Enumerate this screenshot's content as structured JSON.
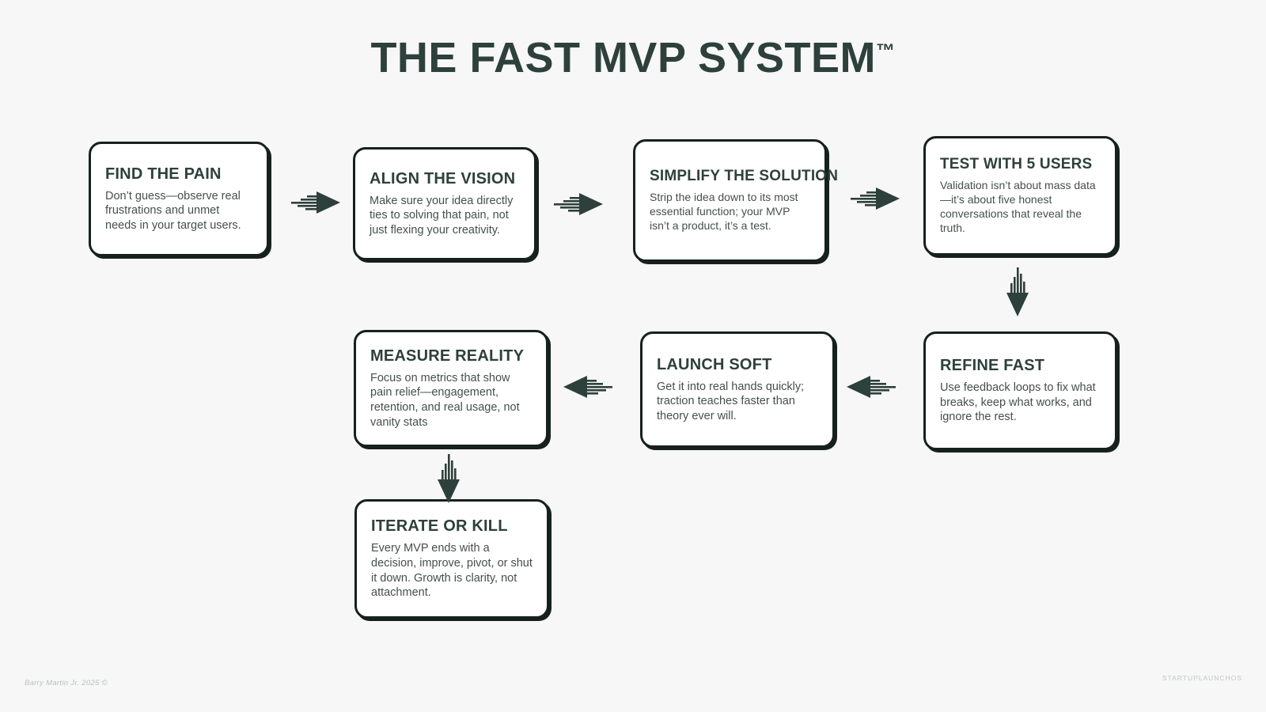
{
  "header": {
    "title": "THE FAST MVP SYSTEM",
    "trademark": "™"
  },
  "colors": {
    "background": "#f6f7f6",
    "card_background": "#ffffff",
    "border": "#16211e",
    "title_text": "#2e403b",
    "body_text": "#454f4d",
    "arrow": "#2e403b",
    "footer_text": "#b9bfbe"
  },
  "steps": [
    {
      "id": "find-the-pain",
      "title": "FIND THE PAIN",
      "description": "Don’t guess—observe real frustrations and unmet needs in your target users."
    },
    {
      "id": "align-the-vision",
      "title": "ALIGN THE VISION",
      "description": "Make sure your idea directly ties to solving that pain, not just flexing your creativity."
    },
    {
      "id": "simplify-the-solution",
      "title": "SIMPLIFY THE SOLUTION",
      "description": "Strip the idea down to its most essential function; your MVP isn’t a product, it’s a test."
    },
    {
      "id": "test-with-5-users",
      "title": "TEST WITH 5 USERS",
      "description": "Validation isn’t about mass data—it’s about five honest conversations that reveal the truth."
    },
    {
      "id": "refine-fast",
      "title": "REFINE FAST",
      "description": "Use feedback loops to fix what breaks, keep what works, and ignore the rest."
    },
    {
      "id": "launch-soft",
      "title": "LAUNCH SOFT",
      "description": "Get it into real hands quickly; traction teaches faster than theory ever will."
    },
    {
      "id": "measure-reality",
      "title": "MEASURE REALITY",
      "description": "Focus on metrics that show pain relief—engagement, retention, and real usage, not vanity stats"
    },
    {
      "id": "iterate-or-kill",
      "title": "ITERATE OR KILL",
      "description": "Every MVP ends with a decision, improve, pivot, or shut it down. Growth is clarity, not attachment."
    }
  ],
  "connectors": [
    {
      "id": "pain-to-vision",
      "from": "find-the-pain",
      "to": "align-the-vision",
      "direction": "right"
    },
    {
      "id": "vision-to-simplify",
      "from": "align-the-vision",
      "to": "simplify-the-solution",
      "direction": "right"
    },
    {
      "id": "simplify-to-test",
      "from": "simplify-the-solution",
      "to": "test-with-5-users",
      "direction": "right"
    },
    {
      "id": "test-to-refine",
      "from": "test-with-5-users",
      "to": "refine-fast",
      "direction": "down"
    },
    {
      "id": "refine-to-launch",
      "from": "refine-fast",
      "to": "launch-soft",
      "direction": "left"
    },
    {
      "id": "launch-to-measure",
      "from": "launch-soft",
      "to": "measure-reality",
      "direction": "left"
    },
    {
      "id": "measure-to-iterate",
      "from": "measure-reality",
      "to": "iterate-or-kill",
      "direction": "down"
    }
  ],
  "footer": {
    "left": "Barry Martin Jr. 2025 ©",
    "right": "STARTUPLAUNCHOS"
  }
}
